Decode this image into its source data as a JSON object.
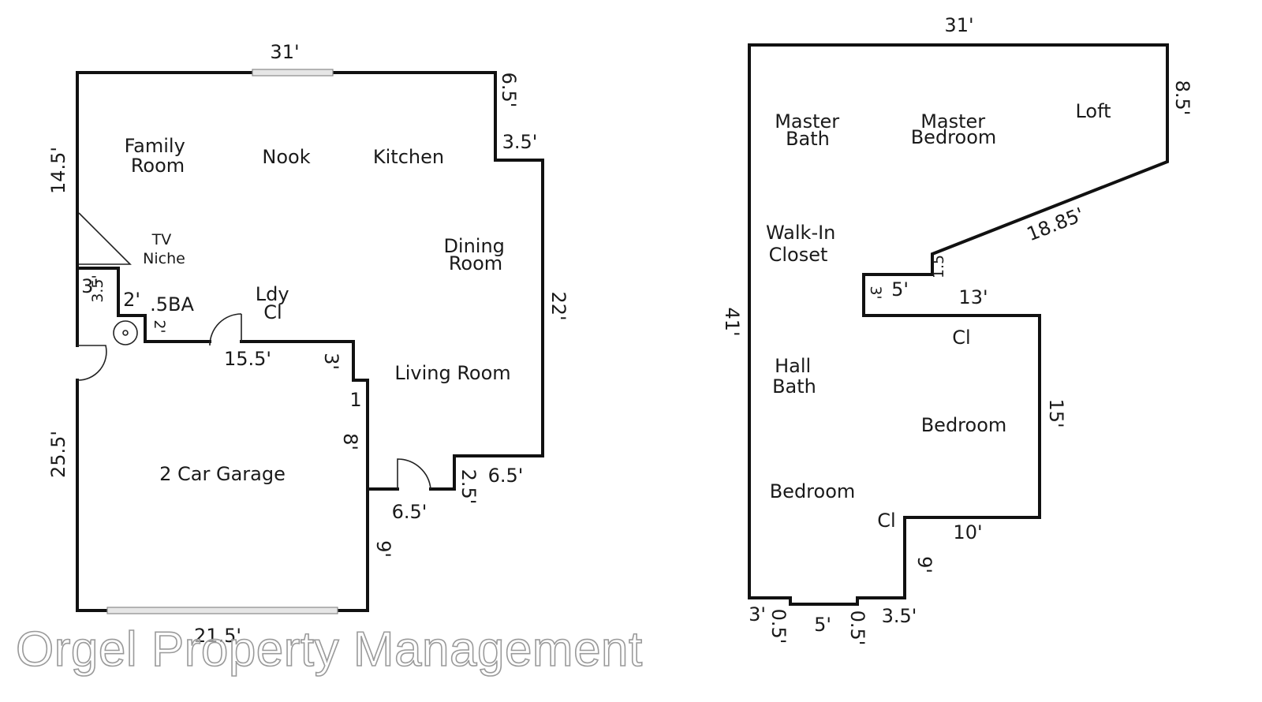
{
  "first_floor": {
    "rooms": {
      "family_room": [
        "Family",
        "Room"
      ],
      "nook": "Nook",
      "kitchen": "Kitchen",
      "tv_niche": [
        "TV",
        "Niche"
      ],
      "dining_room": [
        "Dining",
        "Room"
      ],
      "laundry_closet": [
        "Ldy",
        "Cl"
      ],
      "half_bath": ".5BA",
      "living_room": "Living Room",
      "garage": "2 Car Garage"
    },
    "dimensions": {
      "top": "31'",
      "right_top": "6.5'",
      "step": "3.5'",
      "left_top": "14.5'",
      "right": "22'",
      "bath_a": "3'",
      "bath_b": "3.5'",
      "bath_c": "2'",
      "bath_d": "2'",
      "hall": "15.5'",
      "jog": "3'",
      "jog_b": "1",
      "garage_side": "8'",
      "left_bottom": "25.5'",
      "porch_a": "2.5'",
      "porch_b": "6.5'",
      "porch_c": "6.5'",
      "garage_right": "9'",
      "bottom": "21.5'"
    }
  },
  "second_floor": {
    "rooms": {
      "master_bath": [
        "Master",
        "Bath"
      ],
      "master_bedroom": [
        "Master",
        "Bedroom"
      ],
      "loft": "Loft",
      "walk_in_closet": [
        "Walk-In",
        "Closet"
      ],
      "closet_a": "Cl",
      "hall_bath": [
        "Hall",
        "Bath"
      ],
      "bedroom_a": "Bedroom",
      "bedroom_b": "Bedroom",
      "closet_b": "Cl"
    },
    "dimensions": {
      "top": "31'",
      "right_top": "8.5'",
      "diagonal": "18.85'",
      "step_v": "1.5",
      "notch_w": "5'",
      "notch_h": "3'",
      "ledge": "13'",
      "left": "41'",
      "right": "15'",
      "ledge_b": "10'",
      "lower_side": "9'",
      "bottom_a": "3'",
      "bottom_b": "0.5'",
      "bottom_c": "5'",
      "bottom_d": "0.5'",
      "bottom_e": "3.5'"
    }
  },
  "watermark": "Orgel Property Management"
}
